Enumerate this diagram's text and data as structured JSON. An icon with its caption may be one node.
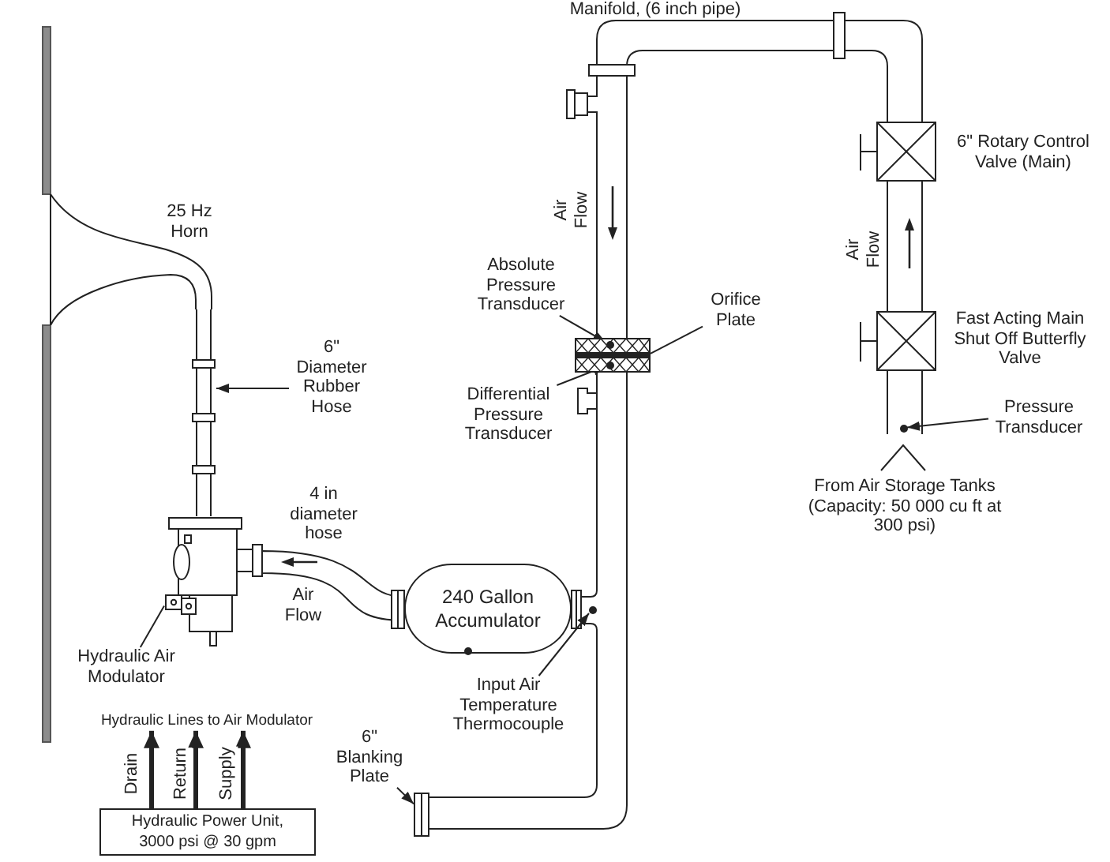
{
  "diagram": {
    "nodes": [
      {
        "text": [],
        "shape": "box",
        "beside": [
          "6\" Rotary Control Valve (Main)"
        ]
      },
      {
        "text": [
          "Absolute Pressure Transducer"
        ]
      },
      {
        "text": [
          "Orifice Plate"
        ]
      },
      {
        "text": [],
        "shape": "box",
        "beside": [
          "Fast Acting Main Shut Off Butterfly Valve"
        ]
      },
      {
        "text": [
          "6\" Diameter Rubber Hose"
        ]
      },
      {
        "text": [],
        "shape": "picture"
      },
      {
        "text": [],
        "shape": "bar"
      },
      {
        "text": [],
        "shape": "circle",
        "in": 6
      },
      {
        "text": [],
        "shape": "circle",
        "in": 6
      },
      {
        "text": [
          "Differential Pressure Transducer"
        ]
      },
      {
        "text": [
          "Pressure Transducer"
        ]
      },
      {
        "text": [],
        "shape": "circle"
      },
      {
        "text": [],
        "shape": "picture"
      },
      {
        "text": [
          "240 Gallon Accumulator"
        ]
      },
      {
        "text": [],
        "shape": "circle"
      },
      {
        "text": [
          "Hydraulic Air Modulator"
        ]
      },
      {
        "text": [
          "Input Air Temperature Thermocouple"
        ]
      },
      {
        "text": [
          "6\" Blanking Plate"
        ]
      },
      {
        "text": [],
        "shape": "bar"
      },
      {
        "text": [
          "Hydraulic Lines to Air Modulator"
        ]
      },
      {
        "text": [
          "Hydraulic Power Unit, 3000 psi @ 30 gpm"
        ]
      }
    ],
    "edges": [
      {
        "from": 4,
        "to": 5,
        "arrow": "to"
      },
      {
        "from": 1,
        "to": 7,
        "arrow": "to"
      },
      {
        "from": 2,
        "to": 6,
        "arrow": "none"
      },
      {
        "from": 9,
        "to": 8,
        "arrow": "to"
      },
      {
        "from": 10,
        "to": 11,
        "arrow": "to"
      },
      {
        "from": 15,
        "to": 12,
        "arrow": "none"
      },
      {
        "from": 16,
        "to": 14,
        "arrow": "to"
      },
      {
        "from": 17,
        "to": 18,
        "arrow": "to"
      },
      {
        "from": 12,
        "to": 13,
        "arrow": "other"
      },
      {
        "from": 20,
        "to": 19,
        "arrow": "to",
        "label": "Drain",
        "style": "thick"
      },
      {
        "from": 20,
        "to": 19,
        "arrow": "to",
        "label": "Return",
        "style": "thick"
      },
      {
        "from": 20,
        "to": 19,
        "arrow": "to",
        "label": "Supply",
        "style": "thick"
      }
    ],
    "labels": [
      "Manifold, (6 inch pipe)",
      "25 Hz Horn",
      "Air Flow",
      "Air Flow",
      "From Air Storage Tanks (Capacity: 50 000 cu ft at 300 psi)",
      "4 in diameter hose",
      "Air Flow"
    ]
  }
}
